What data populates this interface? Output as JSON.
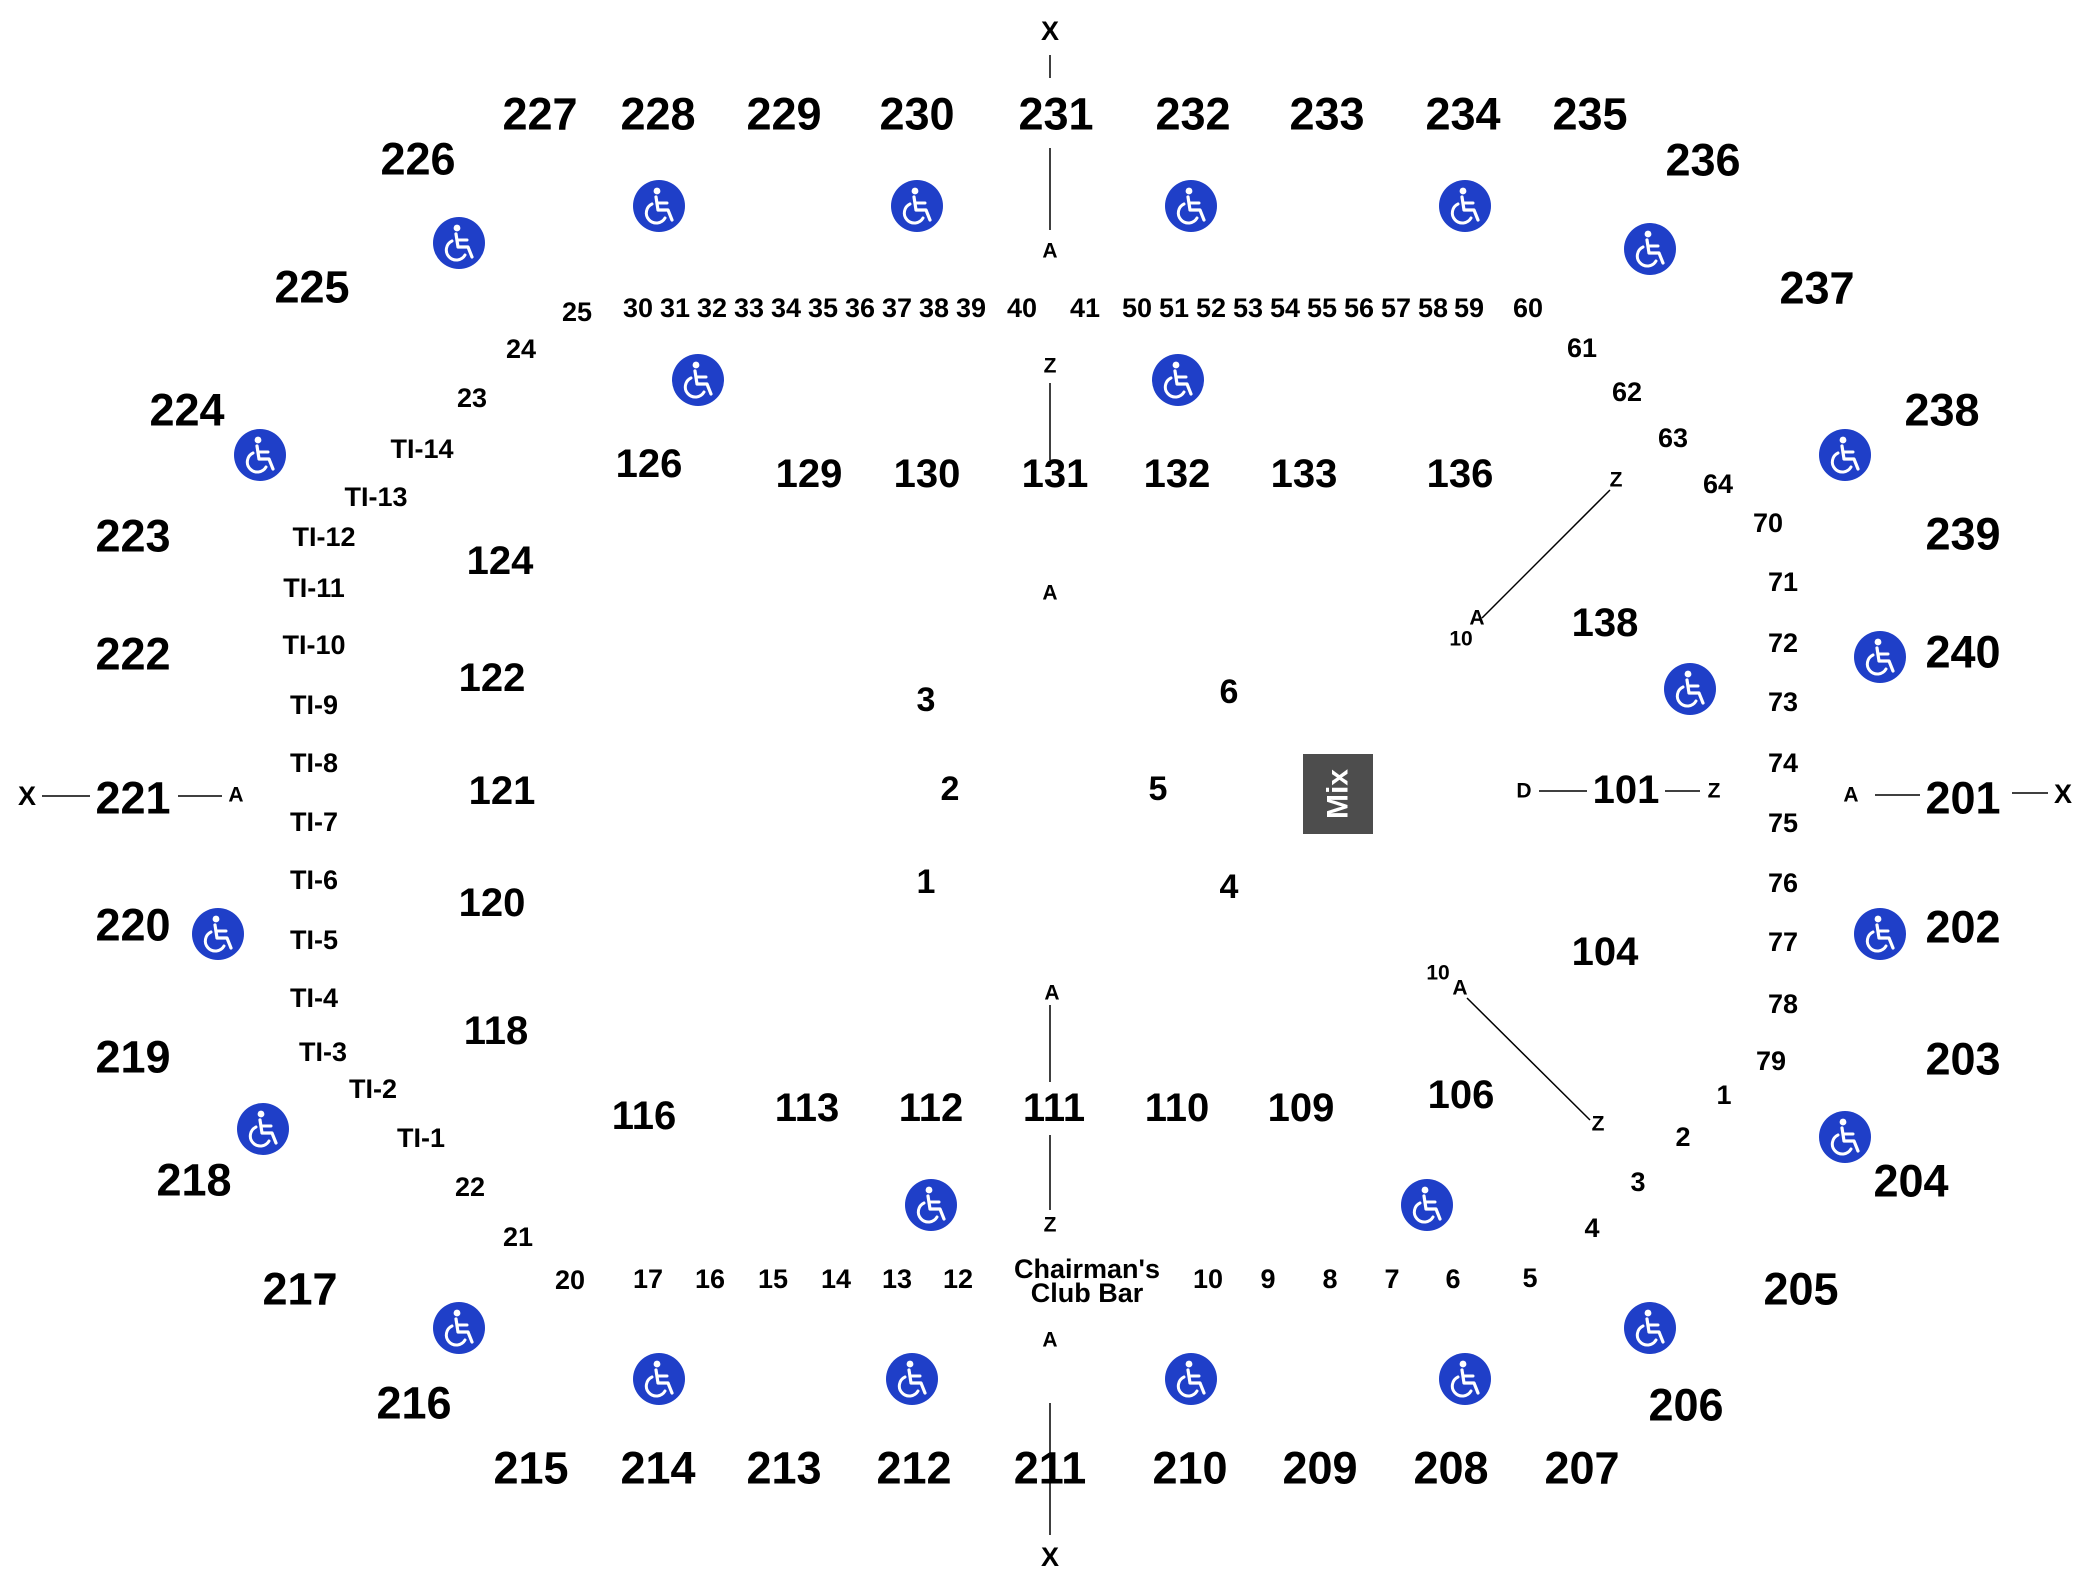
{
  "colors": {
    "accessible": "#1f3fc8",
    "mix_box": "#4d4d4d",
    "text": "#000000"
  },
  "icons": {
    "accessible_seating": "wheelchair-icon"
  },
  "upper_sections": [
    "201",
    "202",
    "203",
    "204",
    "205",
    "206",
    "207",
    "208",
    "209",
    "210",
    "211",
    "212",
    "213",
    "214",
    "215",
    "216",
    "217",
    "218",
    "219",
    "220",
    "221",
    "222",
    "223",
    "224",
    "225",
    "226",
    "227",
    "228",
    "229",
    "230",
    "231",
    "232",
    "233",
    "234",
    "235",
    "236",
    "237",
    "238",
    "239",
    "240"
  ],
  "lower_sections": [
    "101",
    "104",
    "106",
    "109",
    "110",
    "111",
    "112",
    "113",
    "116",
    "118",
    "120",
    "121",
    "122",
    "124",
    "126",
    "129",
    "130",
    "131",
    "132",
    "133",
    "136",
    "138"
  ],
  "stage_sections": [
    "1",
    "2",
    "3",
    "4",
    "5",
    "6"
  ],
  "mix_label": "Mix",
  "bar_label": [
    "Chairman's",
    "Club Bar"
  ],
  "row_labels_top": [
    "25",
    "30",
    "31",
    "32",
    "33",
    "34",
    "35",
    "36",
    "37",
    "38",
    "39",
    "40",
    "41",
    "50",
    "51",
    "52",
    "53",
    "54",
    "55",
    "56",
    "57",
    "58",
    "59",
    "60"
  ],
  "row_labels_right": [
    "61",
    "62",
    "63",
    "64",
    "70",
    "71",
    "72",
    "73",
    "74",
    "75",
    "76",
    "77",
    "78",
    "79"
  ],
  "row_labels_bottom_right": [
    "1",
    "2",
    "3",
    "4",
    "5"
  ],
  "row_labels_bottom": [
    "6",
    "7",
    "8",
    "9",
    "10",
    "12",
    "13",
    "14",
    "15",
    "16",
    "17",
    "20"
  ],
  "row_labels_left": [
    "21",
    "22",
    "23",
    "24"
  ],
  "ti_labels": [
    "TI-1",
    "TI-2",
    "TI-3",
    "TI-4",
    "TI-5",
    "TI-6",
    "TI-7",
    "TI-8",
    "TI-9",
    "TI-10",
    "TI-11",
    "TI-12",
    "TI-13",
    "TI-14"
  ],
  "aisle_letters": {
    "x": "X",
    "a": "A",
    "z": "Z",
    "d": "D"
  },
  "aisle_numbers": [
    "10",
    "10"
  ]
}
